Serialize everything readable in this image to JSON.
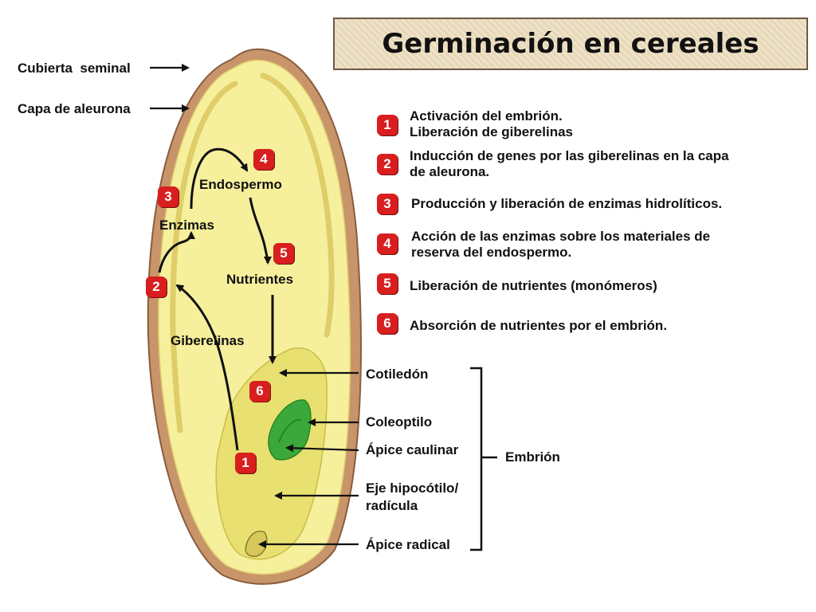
{
  "title": "Germinación en cereales",
  "labels_left": {
    "cubierta_seminal": "Cubierta  seminal",
    "capa_aleurona": "Capa de aleurona"
  },
  "inner_labels": {
    "endospermo": "Endospermo",
    "enzimas": "Enzimas",
    "nutrientes": "Nutrientes",
    "giberelinas": "Giberelinas"
  },
  "inner_badges": [
    "1",
    "2",
    "3",
    "4",
    "5",
    "6"
  ],
  "steps": [
    {
      "number": "1",
      "lines": [
        "Activación del embrión.",
        "Liberación de giberelinas"
      ]
    },
    {
      "number": "2",
      "lines": [
        "Inducción de genes por las giberelinas en la capa",
        "de aleurona."
      ]
    },
    {
      "number": "3",
      "lines": [
        "Producción y liberación de enzimas hidrolíticos."
      ]
    },
    {
      "number": "4",
      "lines": [
        "Acción de las enzimas sobre los materiales de",
        "reserva del endospermo."
      ]
    },
    {
      "number": "5",
      "lines": [
        "Liberación de nutrientes (monómeros)"
      ]
    },
    {
      "number": "6",
      "lines": [
        "Absorción de nutrientes por el embrión."
      ]
    }
  ],
  "embryo_parts": {
    "cotiledon": "Cotiledón",
    "coleoptilo": "Coleoptilo",
    "apice_caulinar": "Ápice caulinar",
    "eje": [
      "Eje hipocótilo/",
      "radícula"
    ],
    "apice_radical": "Ápice radical"
  },
  "embrion_label": "Embrión",
  "colors": {
    "coat": "#c8946a",
    "endosperm": "#f6ef9c",
    "aleurone": "#e8d96a",
    "embryo": "#e8e070",
    "coleoptile": "#3aa83a",
    "badge": "#d81e1e"
  }
}
